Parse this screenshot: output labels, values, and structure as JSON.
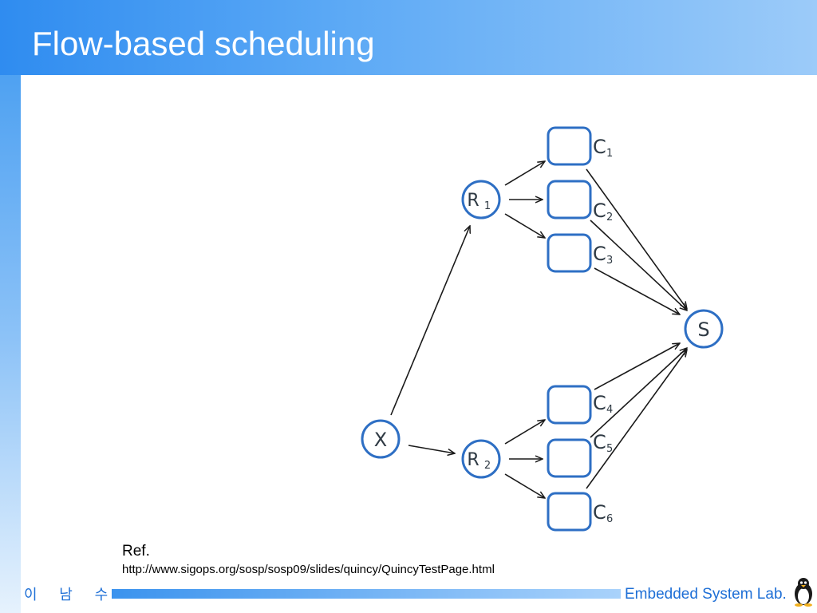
{
  "slide": {
    "title": "Flow-based scheduling"
  },
  "diagram": {
    "nodes": {
      "x": {
        "label": "X"
      },
      "r1": {
        "label": "R",
        "sub": "1"
      },
      "r2": {
        "label": "R",
        "sub": "2"
      },
      "s": {
        "label": "S"
      },
      "c1": {
        "label": "C",
        "sub": "1"
      },
      "c2": {
        "label": "C",
        "sub": "2"
      },
      "c3": {
        "label": "C",
        "sub": "3"
      },
      "c4": {
        "label": "C",
        "sub": "4"
      },
      "c5": {
        "label": "C",
        "sub": "5"
      },
      "c6": {
        "label": "C",
        "sub": "6"
      }
    },
    "edges": [
      [
        "X",
        "R1"
      ],
      [
        "X",
        "R2"
      ],
      [
        "R1",
        "C1"
      ],
      [
        "R1",
        "C2"
      ],
      [
        "R1",
        "C3"
      ],
      [
        "R2",
        "C4"
      ],
      [
        "R2",
        "C5"
      ],
      [
        "R2",
        "C6"
      ],
      [
        "C1",
        "S"
      ],
      [
        "C2",
        "S"
      ],
      [
        "C3",
        "S"
      ],
      [
        "C4",
        "S"
      ],
      [
        "C5",
        "S"
      ],
      [
        "C6",
        "S"
      ]
    ],
    "node_color": "#2e6fc4"
  },
  "reference": {
    "label": "Ref.",
    "url": "http://www.sigops.org/sosp/sosp09/slides/quincy/QuincyTestPage.html"
  },
  "footer": {
    "author": "이 남 수",
    "lab": "Embedded System Lab."
  },
  "colors": {
    "title_bar": "#2f8cf0",
    "footer_text": "#1e6fd6"
  }
}
